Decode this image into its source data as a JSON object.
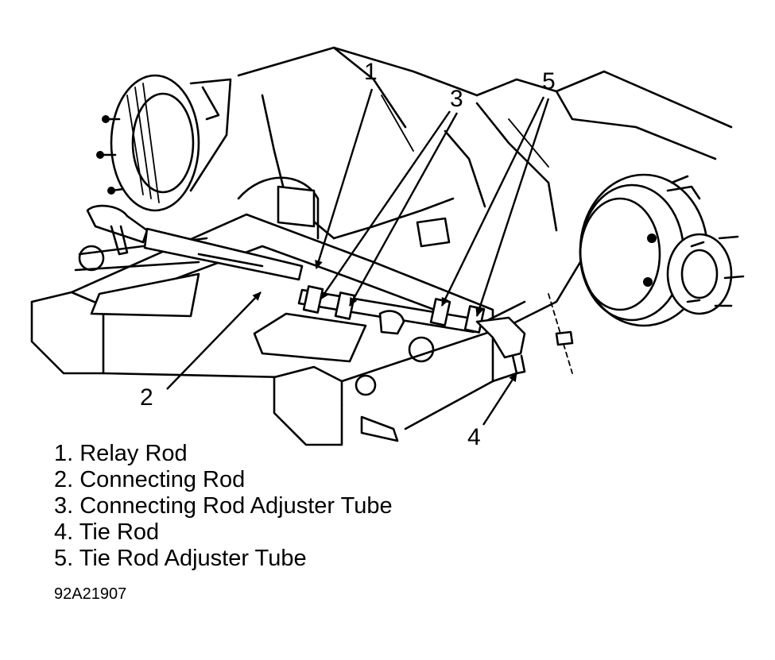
{
  "callouts": [
    "1",
    "2",
    "3",
    "4",
    "5"
  ],
  "legend": [
    "1. Relay Rod",
    "2. Connecting Rod",
    "3. Connecting Rod Adjuster Tube",
    "4. Tie Rod",
    "5. Tie Rod Adjuster Tube"
  ],
  "figure_code": "92A21907"
}
